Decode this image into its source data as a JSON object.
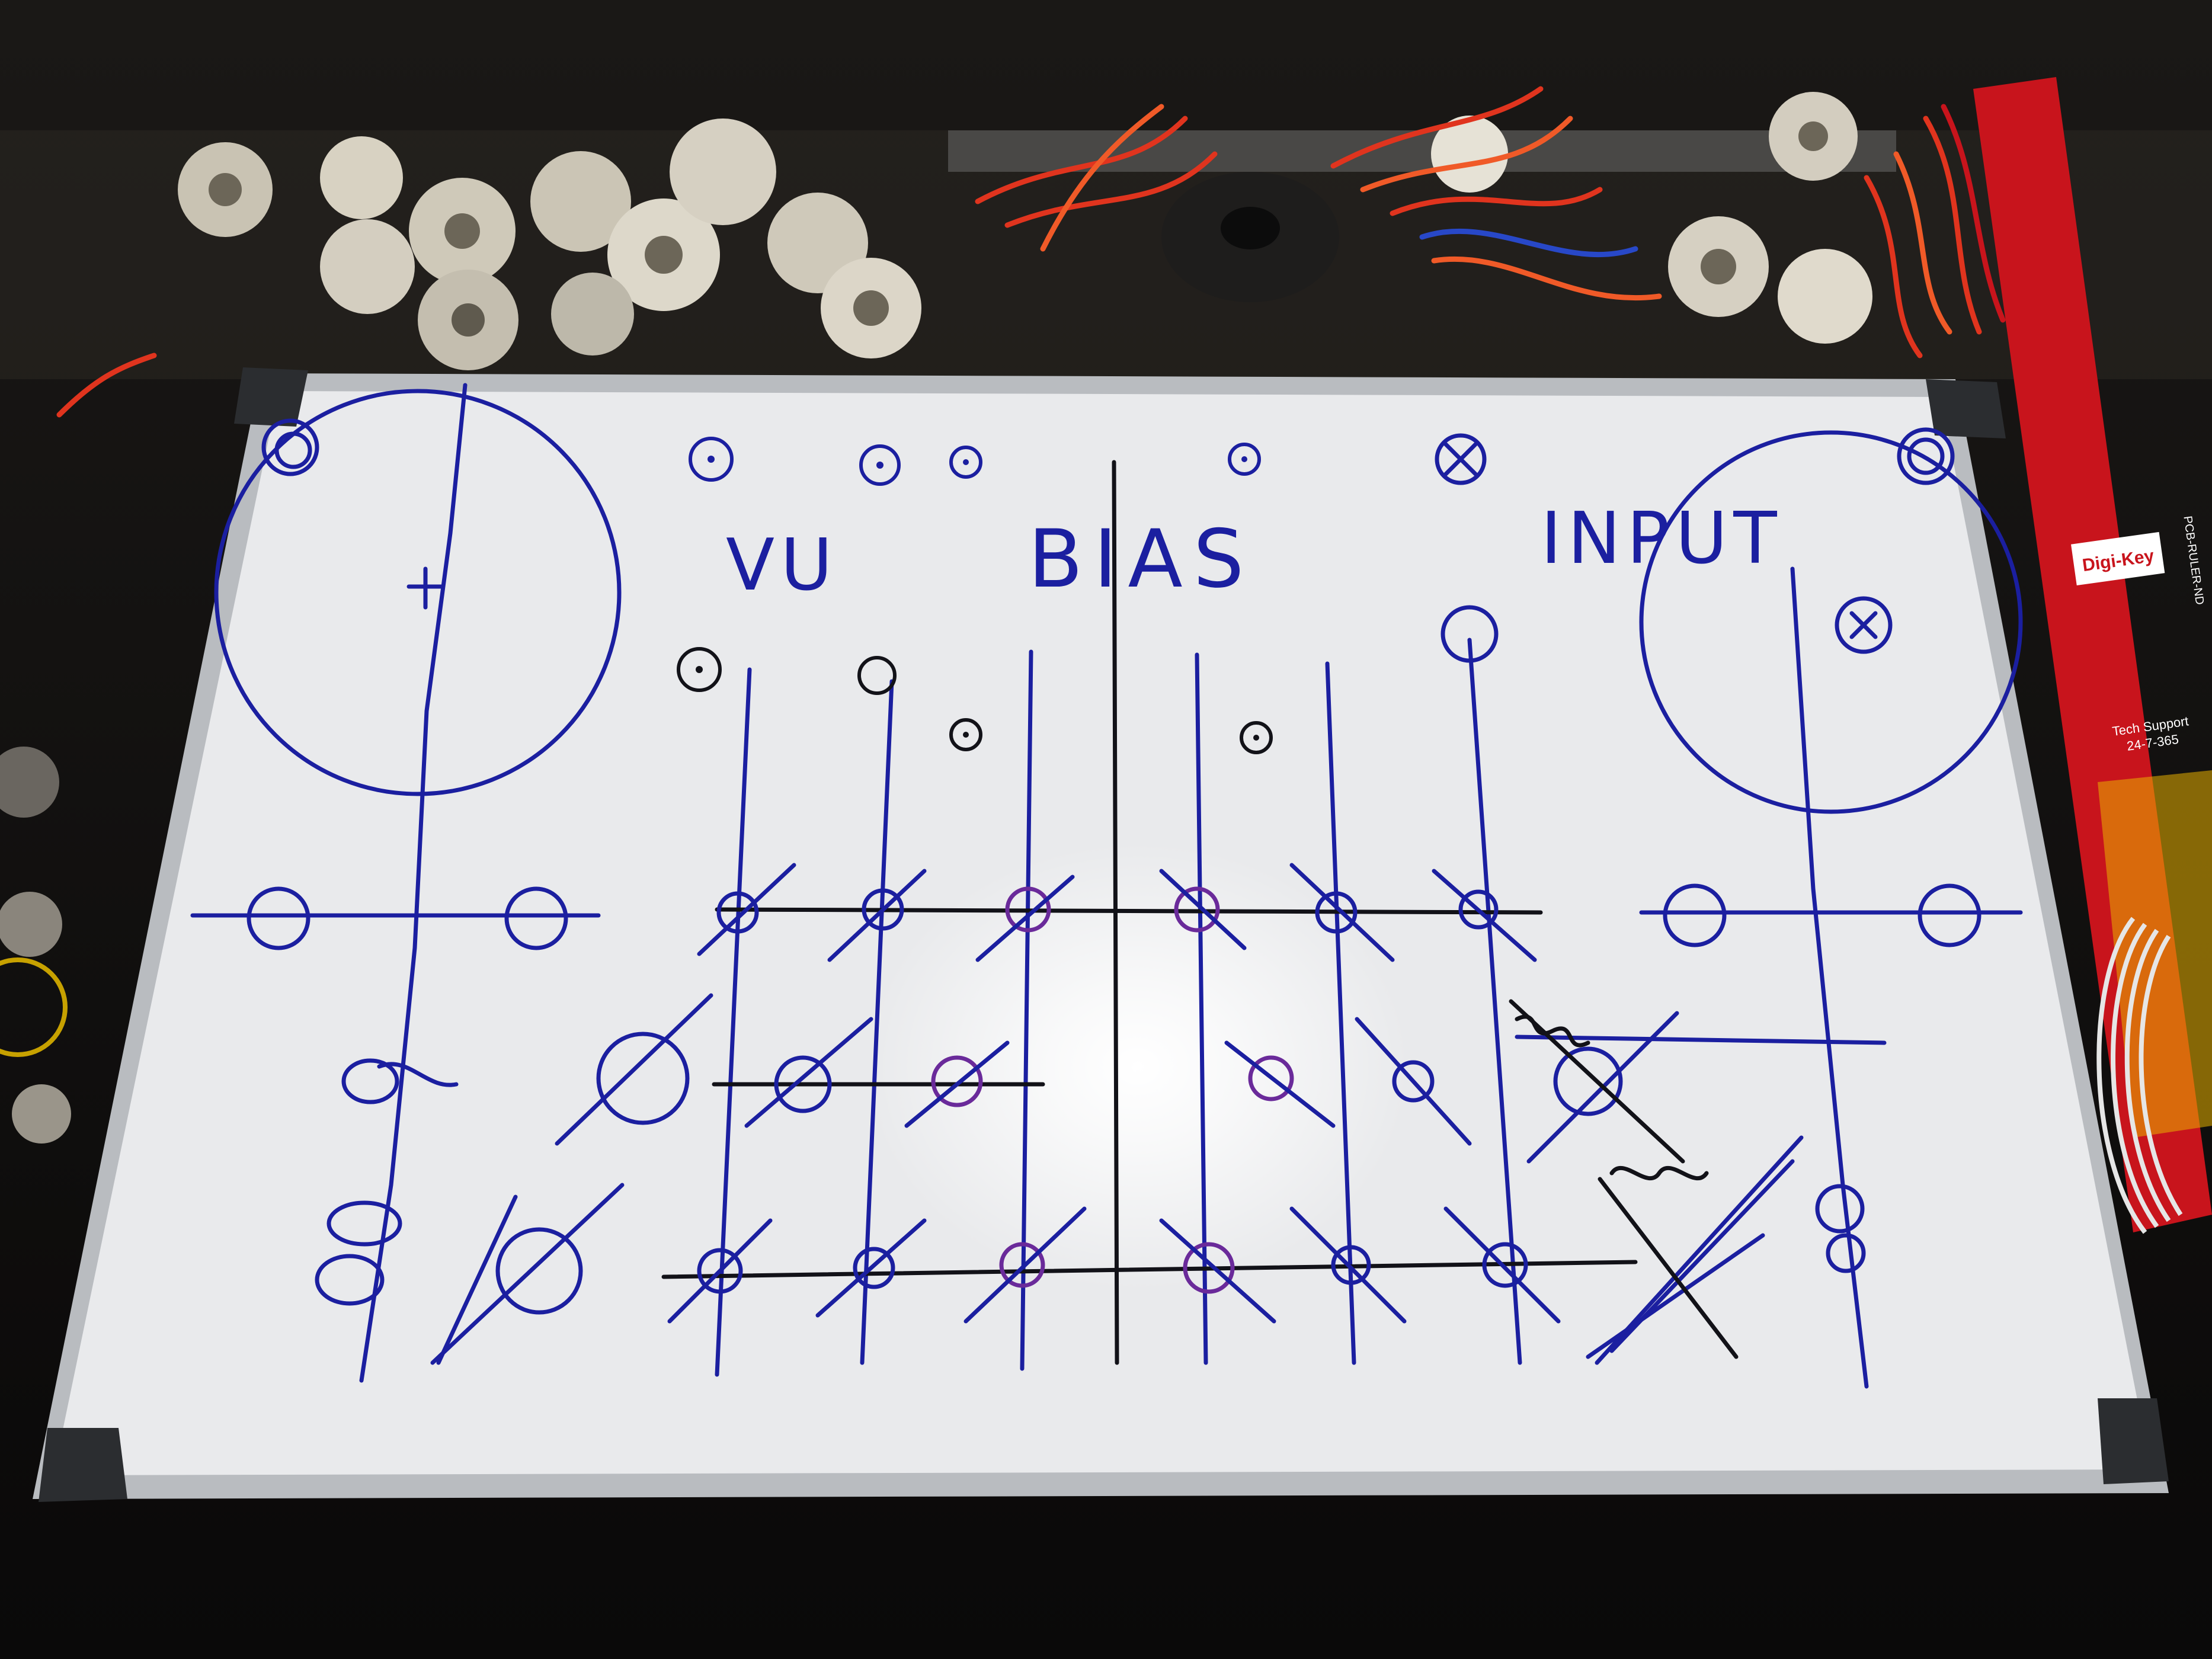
{
  "whiteboard": {
    "labels": [
      {
        "id": "vu",
        "text": "VU"
      },
      {
        "id": "bias",
        "text": "BIAS"
      },
      {
        "id": "input",
        "text": "INPUT"
      }
    ]
  },
  "ruler": {
    "brand": "Digi-Key",
    "model": "PCB-RULER-ND",
    "support_title": "Tech Support",
    "support_hours": "24-7-365"
  },
  "colors": {
    "board": "#e9eaec",
    "frame": "#b9bcc0",
    "blue_ink": "#1b1fa0",
    "black_ink": "#121218",
    "purple_ink": "#6a2a9a",
    "ruler_red": "#c8141c",
    "wire_red": "#e0341e"
  }
}
